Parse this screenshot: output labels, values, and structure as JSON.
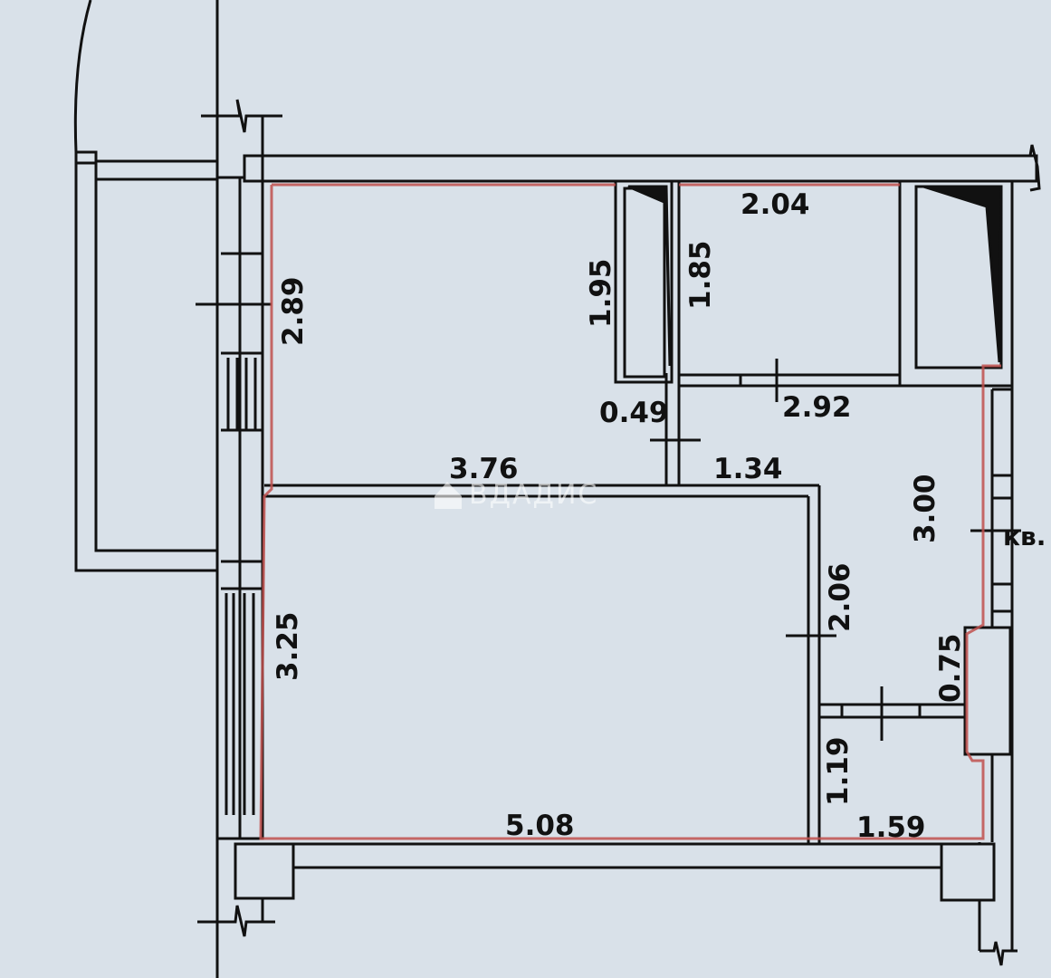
{
  "plan": {
    "colors": {
      "background": "#d9e1e9",
      "wall": "#111111",
      "outline": "#c0504d"
    },
    "dimensions": {
      "top_right_width": "2.04",
      "left_top_height": "2.89",
      "shaft_a_height": "1.95",
      "shaft_b_height": "1.85",
      "corridor_gap": "0.49",
      "hall_width": "2.92",
      "room_top_width": "3.76",
      "corridor_width": "1.34",
      "right_height": "3.00",
      "room_left_height": "3.25",
      "room_right_height": "2.06",
      "niche_height": "0.75",
      "bath_height": "1.19",
      "bottom_width": "5.08",
      "bath_width": "1.59"
    },
    "watermark": "ВДАДИС",
    "edge_label": "кв."
  }
}
